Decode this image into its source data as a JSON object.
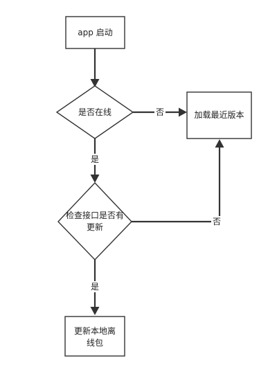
{
  "nodes": {
    "start": {
      "label": "app 启动"
    },
    "online_check": {
      "label": "是否在线"
    },
    "load_latest": {
      "label": "加载最近版本"
    },
    "update_check": {
      "line1": "检查接口是否有",
      "line2": "更新"
    },
    "update_package": {
      "line1": "更新本地离",
      "line2": "线包"
    }
  },
  "edges": {
    "online_yes": "是",
    "online_no": "否",
    "update_yes": "是",
    "update_no": "否"
  },
  "colors": {
    "stroke": "#333333",
    "text": "#222222",
    "background": "#ffffff"
  }
}
